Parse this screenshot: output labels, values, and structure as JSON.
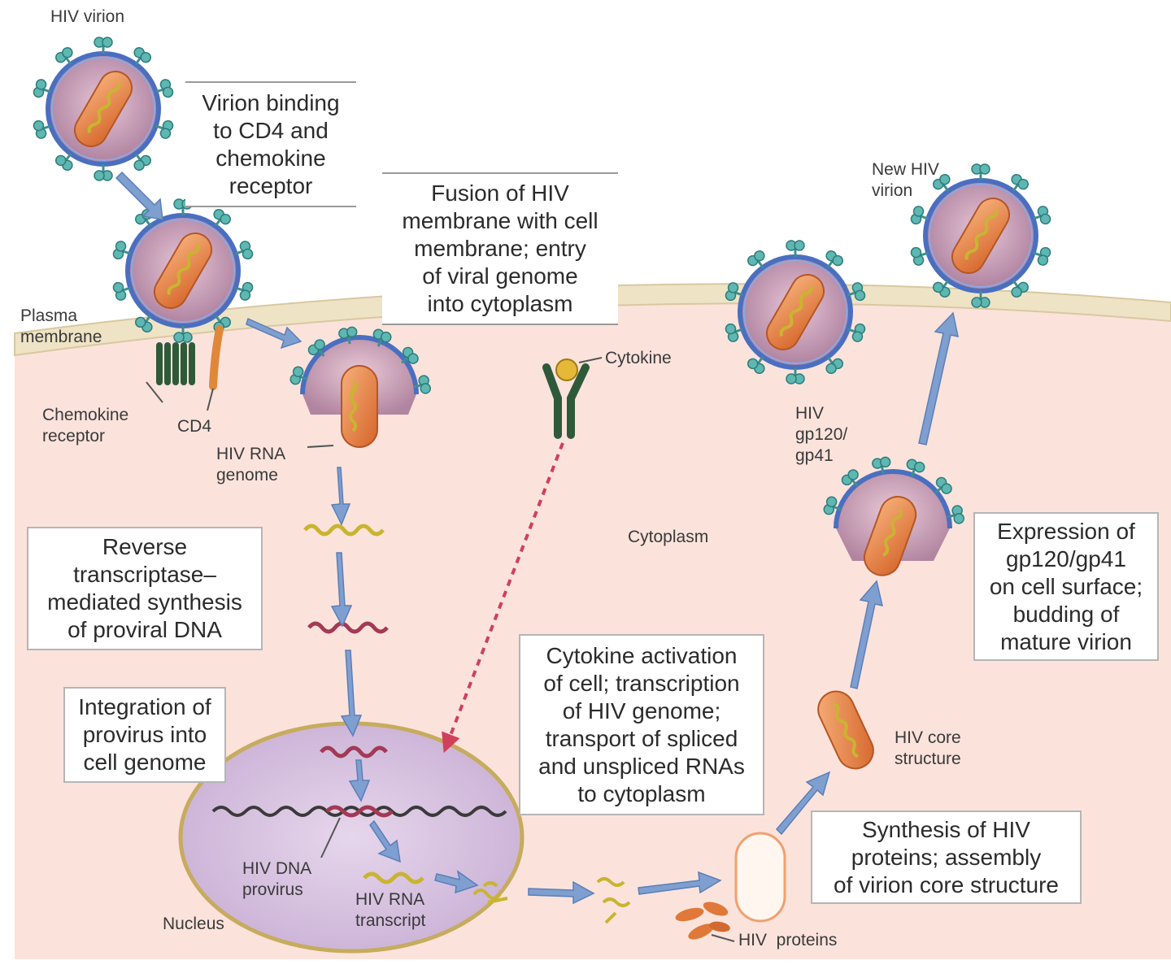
{
  "labels": {
    "hiv_virion": "HIV virion",
    "new_hiv_virion": "New HIV\nvirion",
    "plasma_membrane": "Plasma\nmembrane",
    "chemokine_receptor": "Chemokine\nreceptor",
    "cd4": "CD4",
    "hiv_rna_genome": "HIV RNA\ngenome",
    "cytokine": "Cytokine",
    "cytoplasm": "Cytoplasm",
    "hiv_gp120_gp41": "HIV\ngp120/\ngp41",
    "hiv_core_structure": "HIV core\nstructure",
    "hiv_dna_provirus": "HIV DNA\nprovirus",
    "hiv_rna_transcript": "HIV RNA\ntranscript",
    "nucleus": "Nucleus",
    "hiv_proteins": "HIV  proteins"
  },
  "steps": {
    "binding": "Virion binding\nto CD4 and\nchemokine\nreceptor",
    "fusion": "Fusion of HIV\nmembrane with cell\nmembrane; entry\nof viral genome\ninto cytoplasm",
    "reverse_transcription": "Reverse\ntranscriptase–\nmediated synthesis\nof proviral DNA",
    "integration": "Integration of\nprovirus into\ncell genome",
    "activation": "Cytokine activation\nof cell; transcription\nof HIV genome;\ntransport of spliced\nand unspliced RNAs\nto cytoplasm",
    "synthesis": "Synthesis of HIV\nproteins; assembly\nof virion core structure",
    "expression": "Expression of\ngp120/gp41\non cell surface;\nbudding of\nmature virion"
  },
  "colors": {
    "cell_body": "#fbe3dc",
    "membrane": "#efe3c6",
    "nucleus": "#dcc8e4",
    "arrow": "#7f9fd0",
    "envelope_blue": "#4a6fc0",
    "virion_interior": "#c9a0b8",
    "core_orange": "#e9874a",
    "spike_teal": "#3f9c9c",
    "rna_yellow": "#c9b431",
    "dna_maroon": "#a23a55",
    "cytokine_dash": "#d0405a"
  }
}
